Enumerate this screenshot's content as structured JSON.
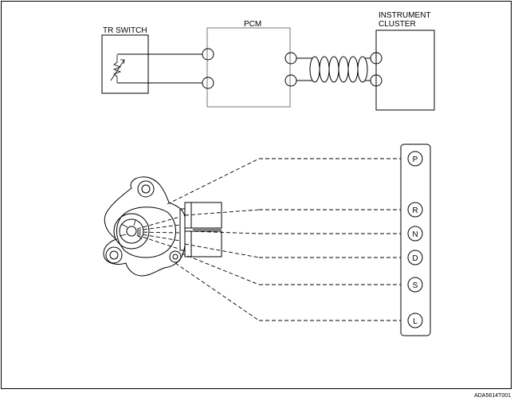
{
  "labels": {
    "tr_switch": "TR SWITCH",
    "pcm": "PCM",
    "instrument_line1": "INSTRUMENT",
    "instrument_line2": "CLUSTER",
    "figure_code": "ADA5614T001"
  },
  "gear_positions": [
    "P",
    "R",
    "N",
    "D",
    "S",
    "L"
  ]
}
